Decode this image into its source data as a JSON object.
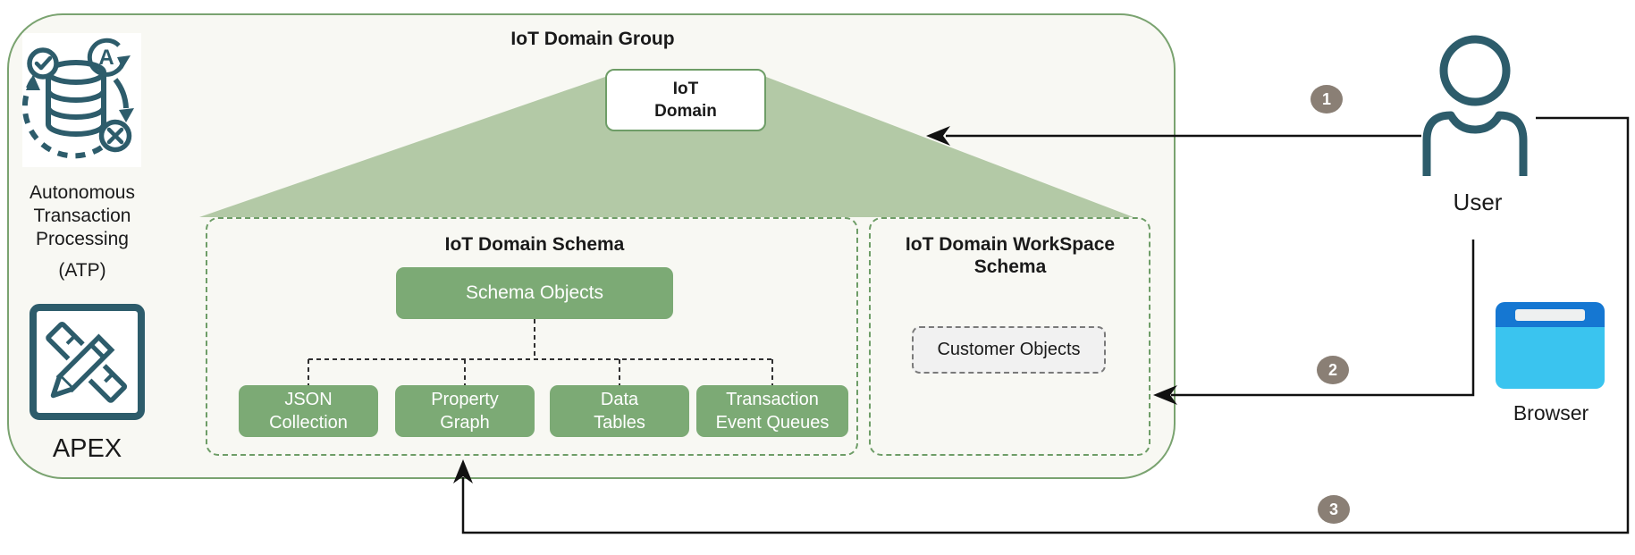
{
  "palette": {
    "canvas_bg": "#ffffff",
    "group_fill": "#f8f8f3",
    "group_border": "#7aa370",
    "triangle": "#b3c9a6",
    "green_box": "#7caa75",
    "green_box_text": "#ffffff",
    "dashed_green": "#6e9d67",
    "connector": "#1a1a1a",
    "badge_bg": "#8a7f75",
    "badge_text": "#ffffff",
    "teal_icon": "#2d5c6b",
    "text_dark": "#1a1a1a",
    "customer_fill": "#f1f1f1",
    "customer_border": "#7a7a7a",
    "browser_top": "#1577d2",
    "browser_body": "#3ac4ef",
    "browser_bar": "#eef0f0"
  },
  "group": {
    "title": "IoT Domain Group"
  },
  "domain_box": {
    "line1": "IoT",
    "line2": "Domain"
  },
  "schema": {
    "title": "IoT Domain Schema",
    "root_label": "Schema Objects",
    "children": [
      {
        "line1": "JSON",
        "line2": "Collection"
      },
      {
        "line1": "Property",
        "line2": "Graph"
      },
      {
        "line1": "Data",
        "line2": "Tables"
      },
      {
        "line1": "Transaction",
        "line2": "Event Queues"
      }
    ]
  },
  "workspace": {
    "title_line1": "IoT Domain WorkSpace",
    "title_line2": "Schema",
    "object_label": "Customer Objects"
  },
  "atp": {
    "line1": "Autonomous",
    "line2": "Transaction",
    "line3": "Processing",
    "abbr": "(ATP)"
  },
  "apex": {
    "label": "APEX"
  },
  "actors": {
    "user_label": "User",
    "browser_label": "Browser"
  },
  "badges": {
    "one": "1",
    "two": "2",
    "three": "3"
  },
  "icons": {
    "atp": "atp-autonomous-database-icon",
    "atp_letter": "A",
    "apex": "apex-pencil-ruler-icon",
    "user": "user-person-icon",
    "browser": "browser-window-icon"
  }
}
